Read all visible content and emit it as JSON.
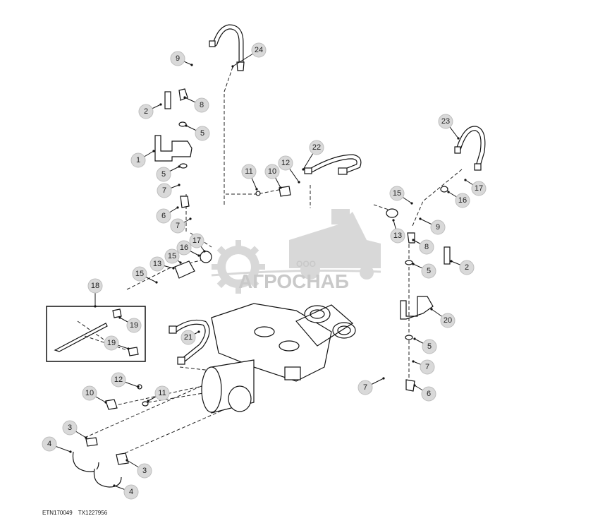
{
  "callouts": [
    "24",
    "9",
    "8",
    "2",
    "5",
    "1",
    "5",
    "7",
    "6",
    "7",
    "22",
    "12",
    "11",
    "10",
    "23",
    "17",
    "16",
    "15",
    "9",
    "13",
    "8",
    "5",
    "2",
    "17",
    "16",
    "15",
    "13",
    "15",
    "18",
    "19",
    "19",
    "21",
    "20",
    "5",
    "7",
    "7",
    "6",
    "12",
    "10",
    "11",
    "3",
    "4",
    "3",
    "4"
  ],
  "watermark": {
    "prefix": "ООО",
    "name": "АГРОСНАБ"
  },
  "footer": {
    "figure_id": "ETN170049",
    "part_ref": "TX1227956"
  }
}
